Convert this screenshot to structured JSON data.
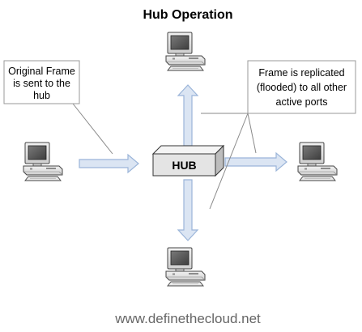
{
  "title": "Hub Operation",
  "callouts": {
    "original": [
      "Original Frame",
      "is sent to the",
      "hub"
    ],
    "replicated": [
      "Frame is replicated",
      "(flooded)  to all other",
      "active ports"
    ]
  },
  "hub_label": "HUB",
  "footer": "www.definethecloud.net",
  "computers": [
    "top-computer",
    "left-computer",
    "right-computer",
    "bottom-computer"
  ],
  "colors": {
    "arrow_fill": "#dbe5f3",
    "arrow_stroke": "#9bb5d9",
    "hub_front": "#e4e4e4",
    "hub_top": "#f4f4f4",
    "hub_side": "#bdbdbd",
    "computer_body": "#e6e6e6",
    "screen": "#5a5a5a"
  }
}
